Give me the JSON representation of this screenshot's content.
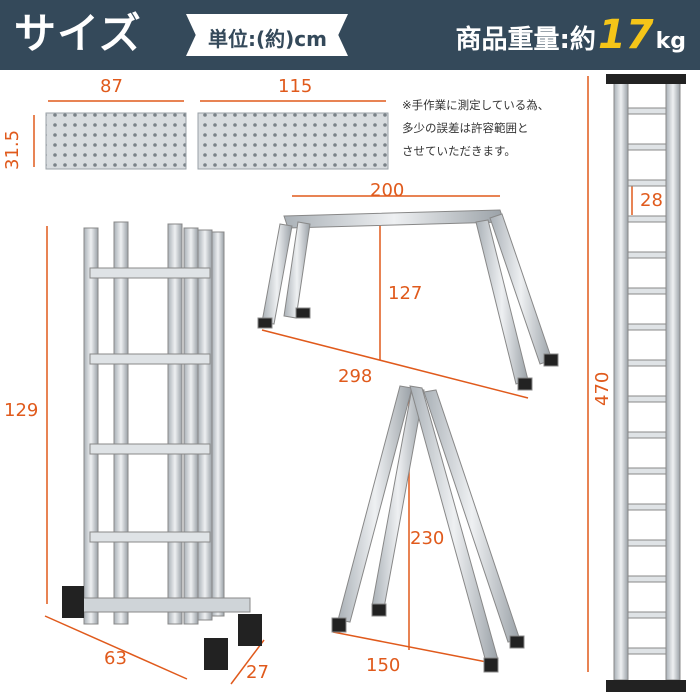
{
  "header": {
    "title": "サイズ",
    "unit": "単位:(約)cm",
    "weight_label": "商品重量:約",
    "weight_value": "17",
    "weight_unit": "kg"
  },
  "note": {
    "line1": "※手作業に測定している為、",
    "line2": "多少の誤差は許容範囲と",
    "line3": "させていただきます。"
  },
  "dimensions": {
    "plate_small_width": "87",
    "plate_large_width": "115",
    "plate_height": "31.5",
    "folded_height": "129",
    "folded_width": "63",
    "folded_depth": "27",
    "work_platform_span": "200",
    "work_platform_height": "127",
    "work_platform_base": "298",
    "a_frame_height": "230",
    "a_frame_base": "150",
    "rung_spacing": "28",
    "straight_length": "470"
  },
  "colors": {
    "header_bg": "#34495a",
    "accent": "#e05a1c",
    "weight_highlight": "#f5c518",
    "ladder_silver": "#c9ced3"
  }
}
